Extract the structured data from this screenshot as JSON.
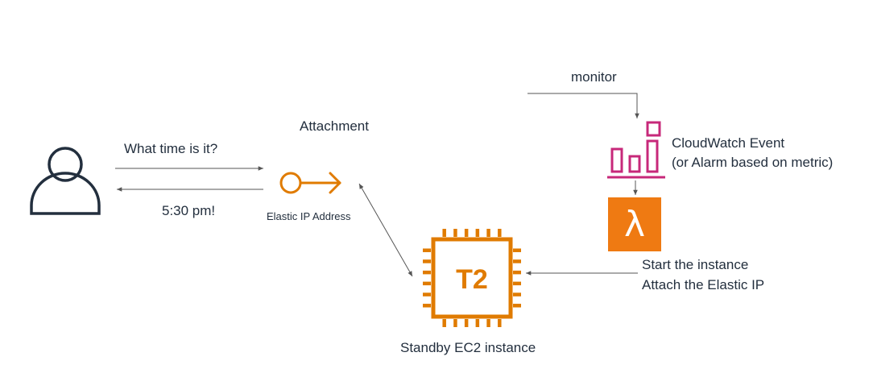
{
  "colors": {
    "ec2_orange": "#e07b00",
    "cloudwatch_pink": "#c7287a",
    "lambda_orange": "#ef7a12",
    "user_icon": "#232f3e",
    "arrow_gray": "#555555",
    "text": "#232f3e"
  },
  "icons": {
    "user": "user-icon",
    "elastic_ip": "elastic-ip-icon",
    "ec2": "ec2-instance-icon",
    "cloudwatch": "cloudwatch-event-icon",
    "lambda": "lambda-icon"
  },
  "labels": {
    "question": "What time is it?",
    "answer": "5:30 pm!",
    "attachment": "Attachment",
    "elastic_ip": "Elastic IP Address",
    "monitor": "monitor",
    "cloudwatch_line1": "CloudWatch Event",
    "cloudwatch_line2": "(or Alarm based on metric)",
    "lambda_action_line1": "Start the instance",
    "lambda_action_line2": "Attach the Elastic IP",
    "ec2_caption": "Standby EC2 instance",
    "ec2_chip": "T2",
    "lambda_symbol": "λ"
  }
}
